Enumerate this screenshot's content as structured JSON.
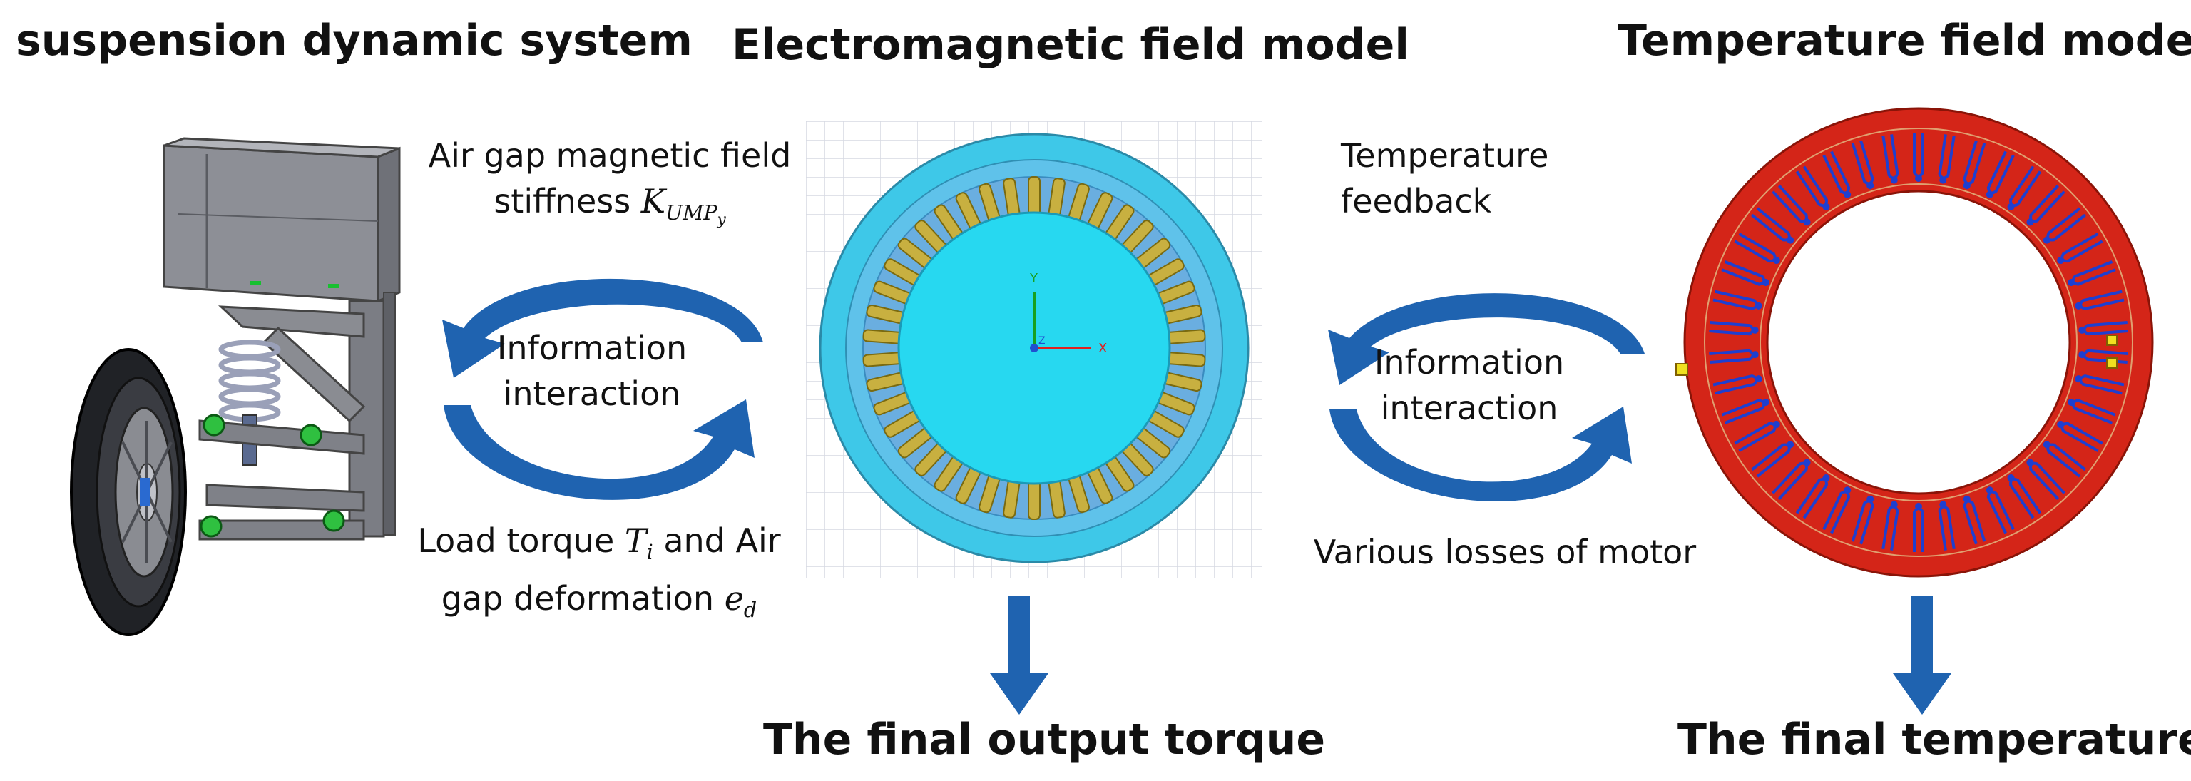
{
  "titles": {
    "suspension": "suspension dynamic system",
    "electromagnetic": "Electromagnetic field model",
    "temperature": "Temperature field model"
  },
  "left_loop": {
    "top_text_line1": "Air gap magnetic field",
    "top_text_line2_prefix": "stiffness ",
    "stiffness_symbol": "K",
    "stiffness_sub": "UMP",
    "stiffness_subsub": "y",
    "center_line1": "Information",
    "center_line2": "interaction",
    "bottom_text_line1_prefix": "Load torque ",
    "torque_symbol": "T",
    "torque_sub": "i",
    "bottom_text_line1_suffix": " and Air",
    "bottom_text_line2_prefix": "gap deformation ",
    "deformation_symbol": "e",
    "deformation_sub": "d"
  },
  "right_loop": {
    "top_text_line1": "Temperature",
    "top_text_line2": "feedback",
    "center_line1": "Information",
    "center_line2": "interaction",
    "bottom_text": "Various losses of motor"
  },
  "outputs": {
    "torque": "The final output torque",
    "temperature": "The final temperature"
  },
  "axis_labels": {
    "y": "Y",
    "x": "X",
    "z": "Z"
  },
  "slots": {
    "count": 42
  },
  "colors": {
    "arrow_blue": "#1f63b0",
    "em_outer_ring": "#3ec8e8",
    "em_stator": "#6aaee0",
    "em_rotor": "#27d8f0",
    "slot_gold": "#c8b040",
    "thermal_red": "#d42518",
    "thermal_slot_blue": "#1e3fd0"
  }
}
